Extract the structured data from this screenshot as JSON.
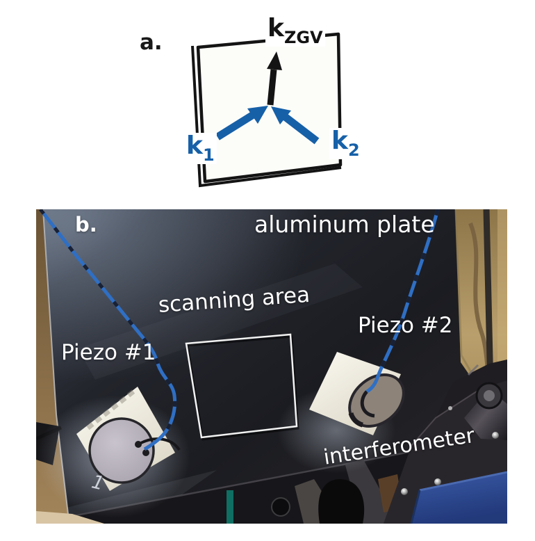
{
  "panel_a": {
    "marker": "a.",
    "k_zgv": {
      "base": "k",
      "sub": "ZGV"
    },
    "k1": {
      "base": "k",
      "sub": "1"
    },
    "k2": {
      "base": "k",
      "sub": "2"
    },
    "colors": {
      "arrow_blue": "#1660a8",
      "arrow_black": "#141414",
      "plate_outline": "#141414"
    }
  },
  "panel_b": {
    "marker": "b.",
    "labels": {
      "aluminum_plate": "aluminum plate",
      "scanning_area": "scanning area",
      "piezo_1": "Piezo #1",
      "piezo_2": "Piezo #2",
      "interferometer": "interferometer",
      "plate_mark": "1"
    },
    "colors": {
      "label_text": "#ffffff",
      "plate_dark": "#1d1f25",
      "plate_sheen": "#566070",
      "wire_blue": "#2f6fc4",
      "foam_white": "#f4f1e8",
      "disc1_gray": "#b5b0ba",
      "disc2_gray": "#8d8379",
      "wall_tan": "#a08050",
      "floor_tan": "#d8c5a4",
      "instrument_box_blue": "#2c4b8e"
    }
  }
}
